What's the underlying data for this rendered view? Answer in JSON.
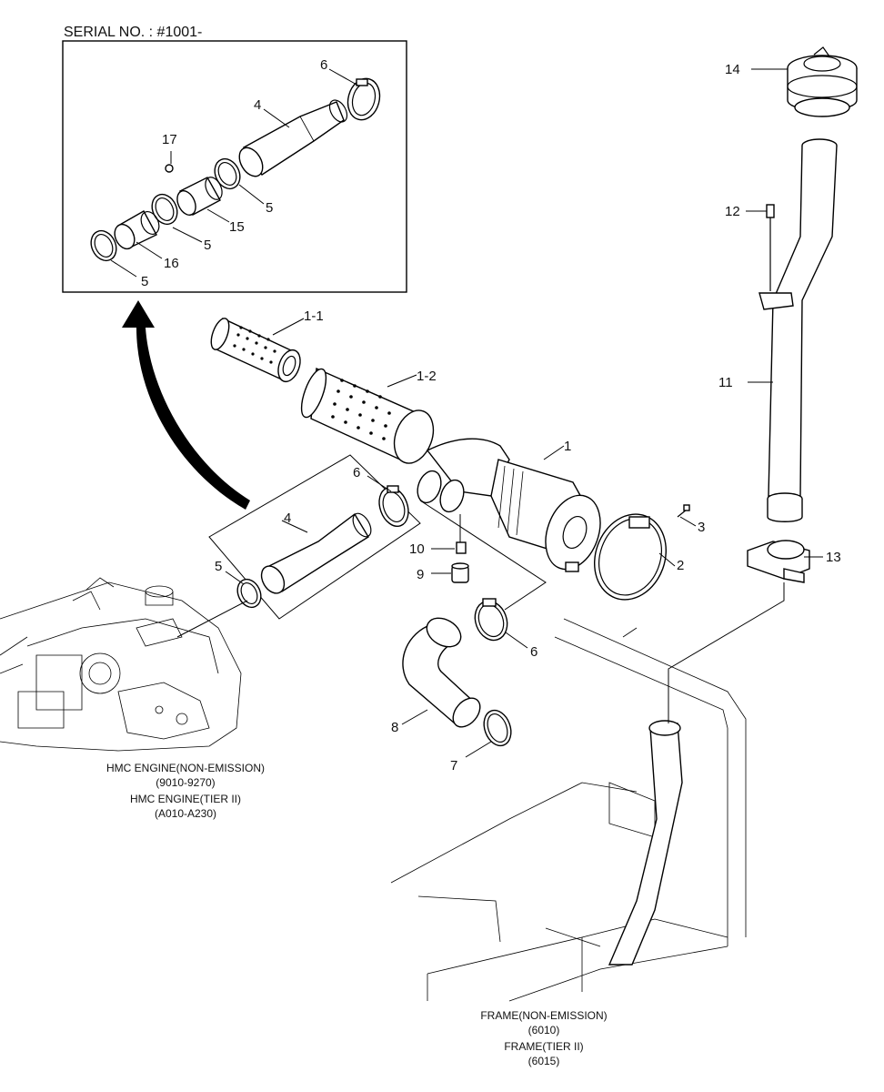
{
  "serial_label": "SERIAL NO. : #1001-",
  "engine_caption": [
    "HMC ENGINE(NON-EMISSION)",
    "(9010-9270)",
    "HMC ENGINE(TIER II)",
    "(A010-A230)"
  ],
  "frame_caption": [
    "FRAME(NON-EMISSION)",
    "(6010)",
    "FRAME(TIER II)",
    "(6015)"
  ],
  "callouts": {
    "inset_6": "6",
    "inset_4": "4",
    "inset_17": "17",
    "inset_5a": "5",
    "inset_15": "15",
    "inset_5b": "5",
    "inset_16": "16",
    "inset_5c": "5",
    "p1_1": "1-1",
    "p1_2": "1-2",
    "p1": "1",
    "p2": "2",
    "p3": "3",
    "p4": "4",
    "p5": "5",
    "p6a": "6",
    "p6b": "6",
    "p7": "7",
    "p8": "8",
    "p9": "9",
    "p10": "10",
    "p11": "11",
    "p12": "12",
    "p13": "13",
    "p14": "14"
  }
}
